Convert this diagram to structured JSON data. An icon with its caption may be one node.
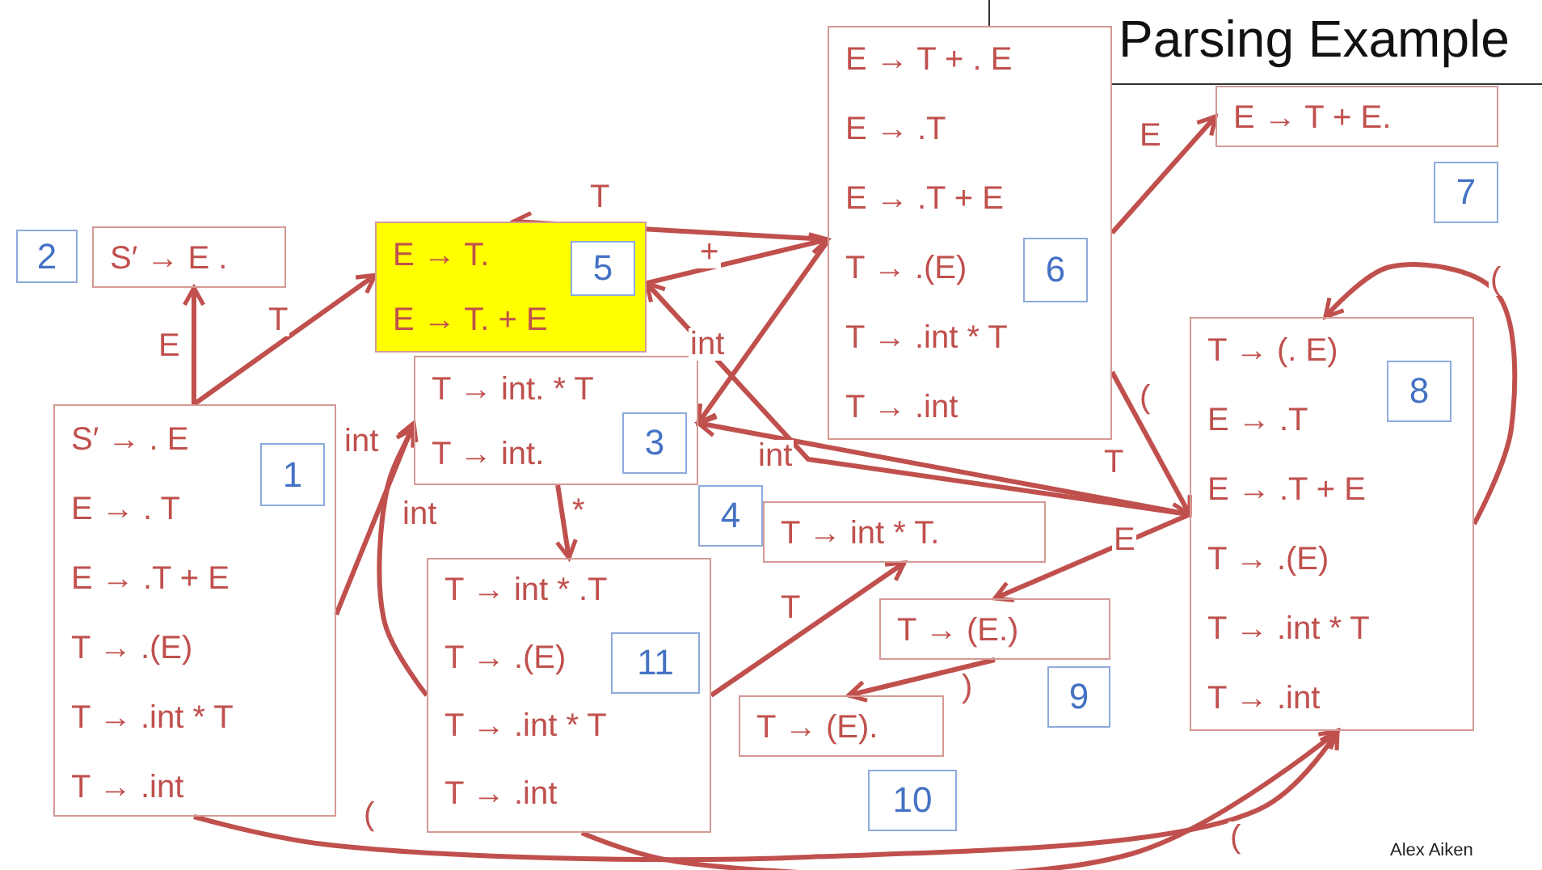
{
  "diagram": {
    "title": "Parsing Example",
    "nodes": [
      {
        "text": [
          "S′ → E ."
        ],
        "beside": [
          "2"
        ]
      },
      {
        "text": [
          "E → T.",
          "E → T. + E",
          "5"
        ]
      },
      {
        "text": [
          "E → T + . E",
          "E → .T",
          "E → .T + E",
          "T → .(E)",
          "T → .int * T",
          "T → .int",
          "6"
        ]
      },
      {
        "text": [
          "E → T + E."
        ],
        "beside": [
          "7"
        ]
      },
      {
        "text": [
          "S′ → . E",
          "E → . T",
          "E → .T + E",
          "T → .(E)",
          "T → .int * T",
          "T → .int",
          "1"
        ]
      },
      {
        "text": [
          "T → int. * T",
          "T → int.",
          "3"
        ]
      },
      {
        "text": [
          "T → (. E)",
          "E → .T",
          "E → .T + E",
          "T → .(E)",
          "T → .int * T",
          "T → .int",
          "8"
        ]
      },
      {
        "text": [
          "T → int * T."
        ],
        "beside": [
          "4"
        ]
      },
      {
        "text": [
          "T → int * .T",
          "T → .(E)",
          "T → .int * T",
          "T → .int",
          "11"
        ]
      },
      {
        "text": [
          "T → (E.)"
        ],
        "beside": [
          "9"
        ]
      },
      {
        "text": [
          "T → (E)."
        ],
        "beside": [
          "10"
        ]
      }
    ],
    "edges": [
      {
        "from": 4,
        "to": 0,
        "arrow": "to",
        "label": "E"
      },
      {
        "from": 4,
        "to": 1,
        "arrow": "to",
        "label": "T"
      },
      {
        "from": 4,
        "to": 5,
        "arrow": "to",
        "label": "int"
      },
      {
        "from": 8,
        "to": 5,
        "arrow": "to",
        "label": "int"
      },
      {
        "from": 5,
        "to": 8,
        "arrow": "to",
        "label": "*"
      },
      {
        "from": 2,
        "to": 1,
        "arrow": "to",
        "label": "T"
      },
      {
        "from": 1,
        "to": 2,
        "arrow": "to",
        "label": "+"
      },
      {
        "from": 2,
        "to": 5,
        "arrow": "to",
        "label": "int"
      },
      {
        "from": 6,
        "to": 1,
        "arrow": "to",
        "label": "T"
      },
      {
        "from": 6,
        "to": 5,
        "arrow": "to",
        "label": "int"
      },
      {
        "from": 2,
        "to": 6,
        "arrow": "to",
        "label": "("
      },
      {
        "from": 6,
        "to": 9,
        "arrow": "to",
        "label": "E"
      },
      {
        "from": 9,
        "to": 10,
        "arrow": "to",
        "label": ")"
      },
      {
        "from": 8,
        "to": 7,
        "arrow": "to",
        "label": "T"
      },
      {
        "from": 2,
        "to": 3,
        "arrow": "to",
        "label": "E"
      },
      {
        "from": 6,
        "to": 6,
        "arrow": "to",
        "label": "("
      },
      {
        "from": 4,
        "to": 6,
        "arrow": "to",
        "label": "("
      },
      {
        "from": 8,
        "to": 6,
        "arrow": "to",
        "label": "("
      }
    ],
    "labels": [
      "Alex Aiken"
    ]
  }
}
